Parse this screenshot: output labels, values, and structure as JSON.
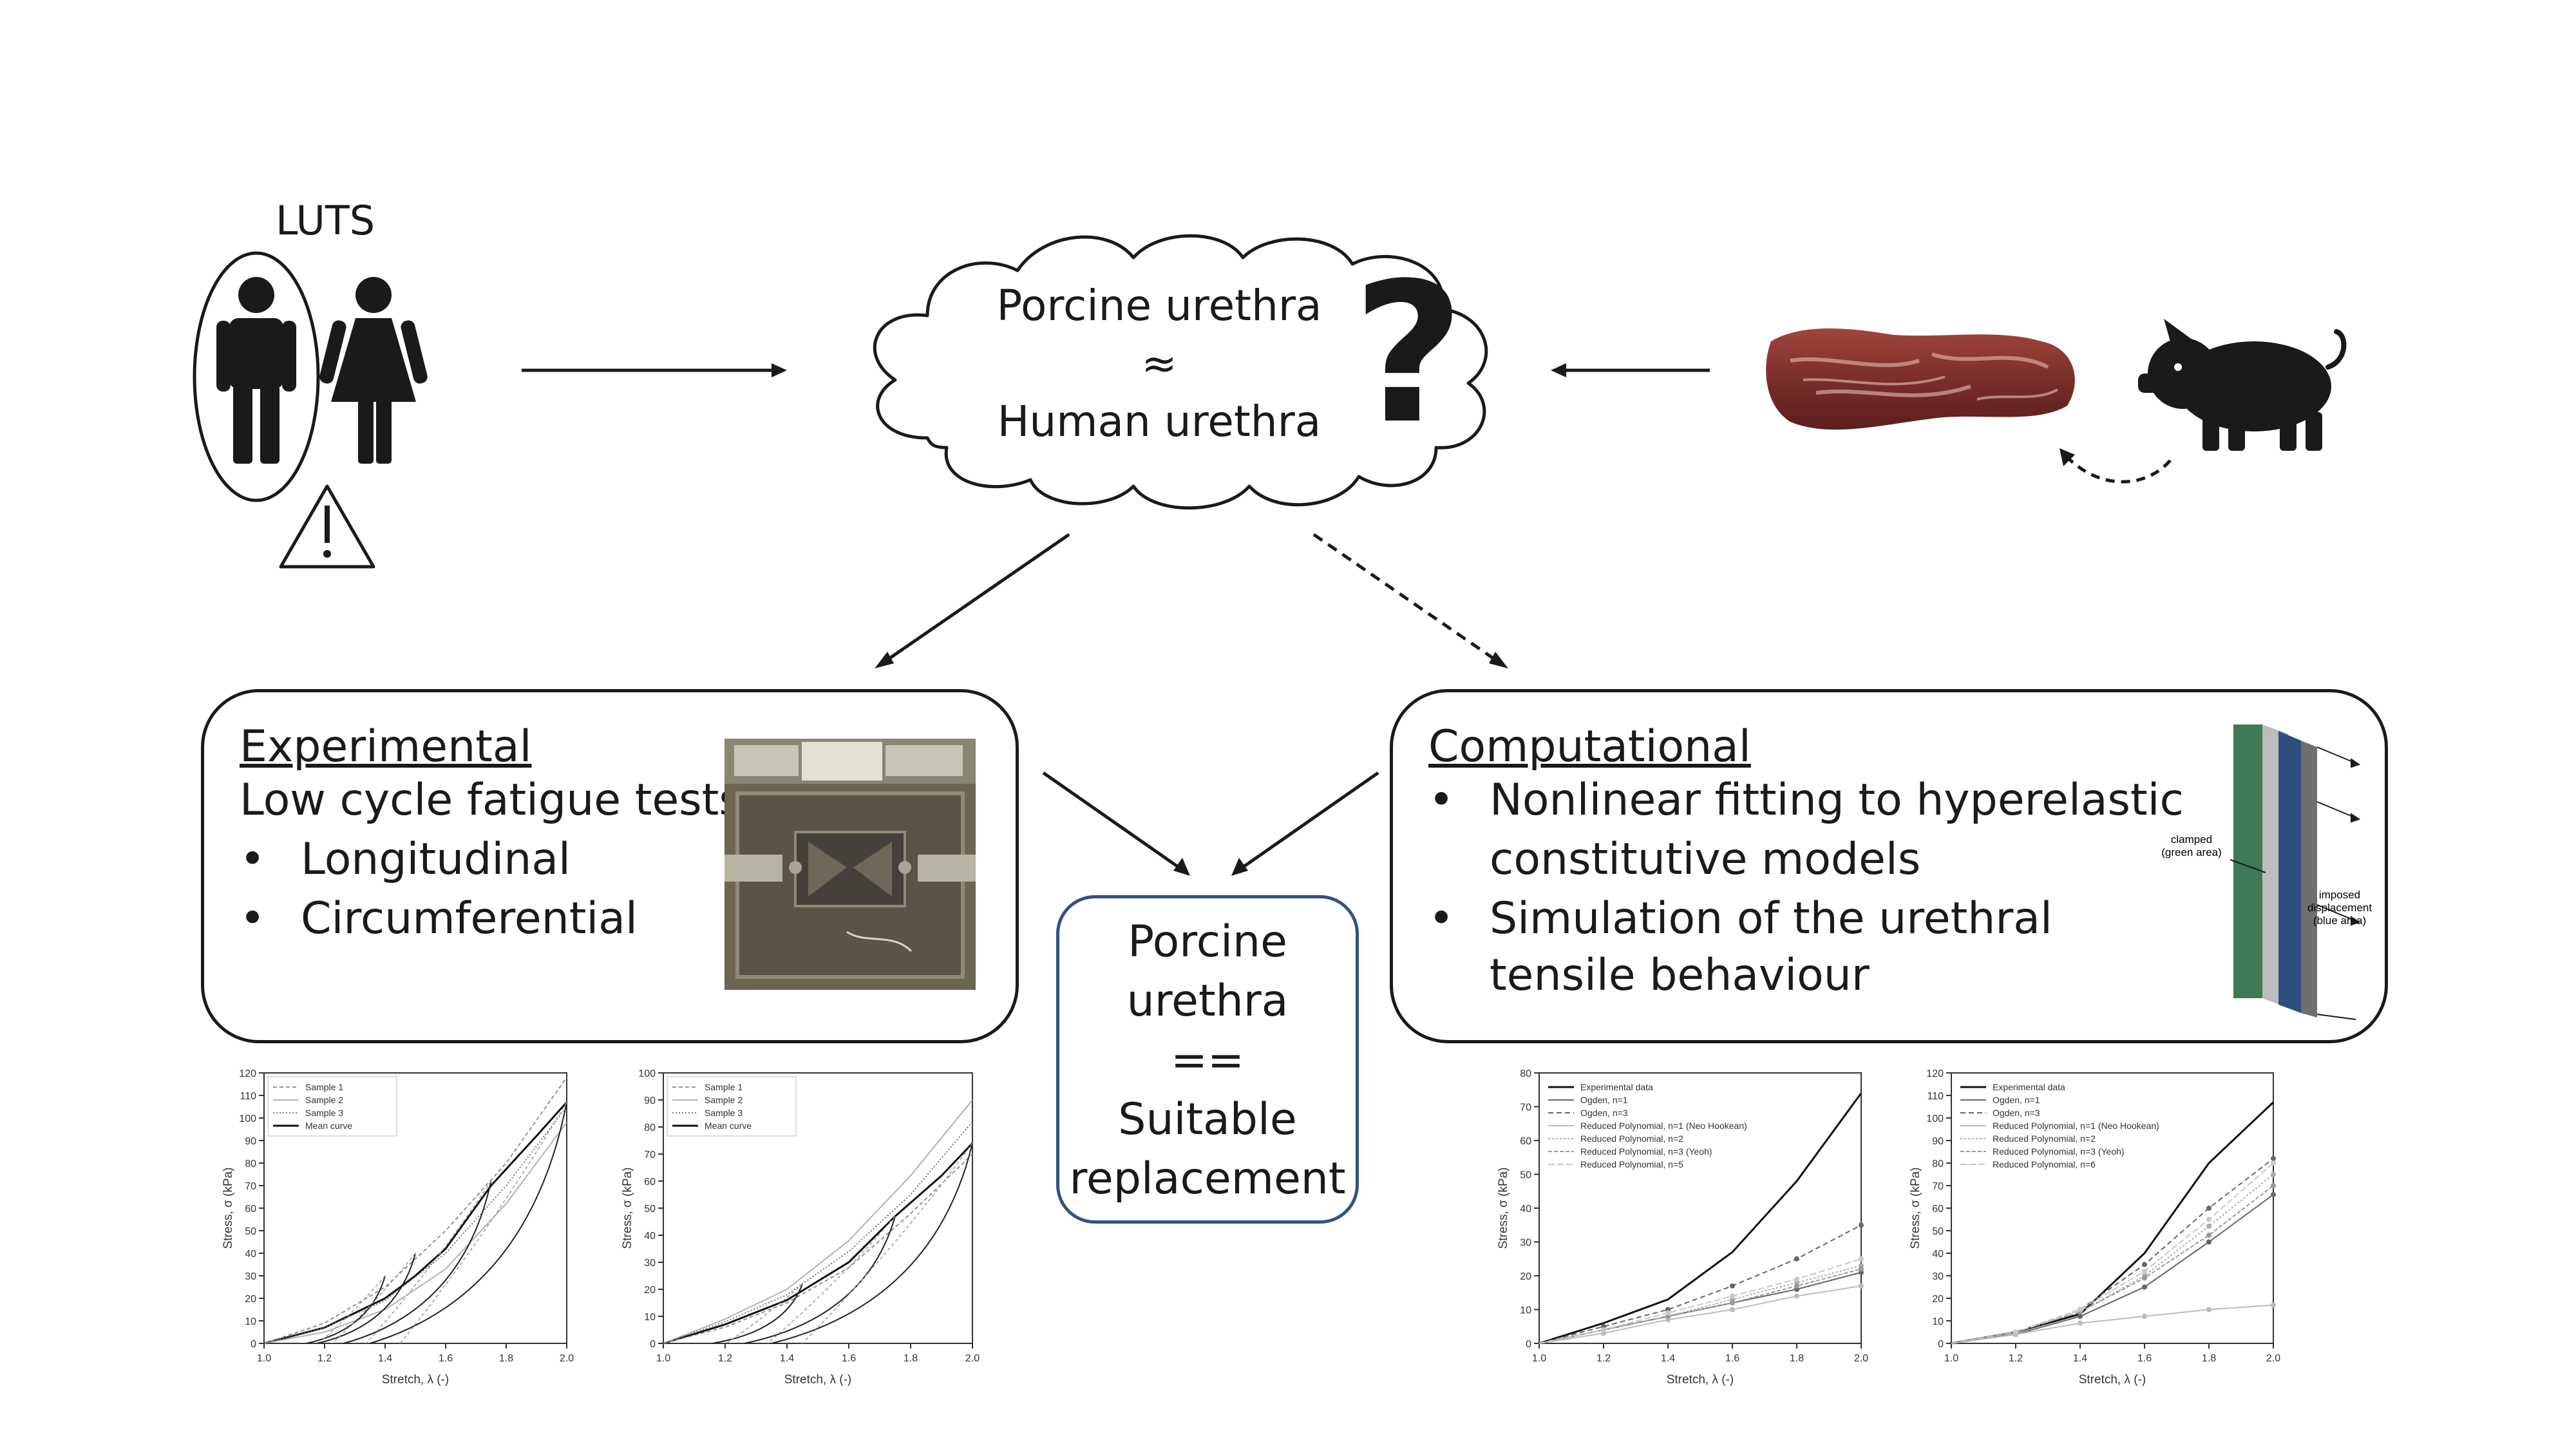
{
  "luts": {
    "label": "LUTS"
  },
  "cloud": {
    "line1": "Porcine urethra",
    "approx": "≈",
    "line2": "Human urethra",
    "question": "?"
  },
  "experimental": {
    "title": "Experimental",
    "subtitle": "Low cycle fatigue tests",
    "bullets": [
      "Longitudinal",
      "Circumferential"
    ]
  },
  "computational": {
    "title": "Computational",
    "bullets": [
      [
        "Nonlinear fitting to hyperelastic",
        "constitutive models"
      ],
      [
        "Simulation of the urethral",
        "tensile behaviour"
      ]
    ],
    "model_labels": {
      "clamped": [
        "clamped",
        "(green area)"
      ],
      "imposed": [
        "imposed",
        "displacement",
        "(blue area)"
      ]
    }
  },
  "conclusion": {
    "lines": [
      "Porcine",
      "urethra",
      "==",
      "Suitable",
      "replacement"
    ]
  },
  "colors": {
    "outline": "#1a1a1a",
    "conclusion_border": "#2f5383",
    "model_green": "#3e7a55",
    "model_blue": "#2e4e7e",
    "tissue": "#7a2e2a"
  },
  "chart_data": [
    {
      "type": "line",
      "title": "",
      "xlabel": "Stretch, λ (-)",
      "ylabel": "Stress, σ (kPa)",
      "xlim": [
        1.0,
        2.0
      ],
      "ylim": [
        0,
        120
      ],
      "xticks": [
        "1.0",
        "1.2",
        "1.4",
        "1.6",
        "1.8",
        "2.0"
      ],
      "yticks": [
        "0",
        "10",
        "20",
        "30",
        "40",
        "50",
        "60",
        "70",
        "80",
        "90",
        "100",
        "110",
        "120"
      ],
      "legend": "top-left",
      "legend_entries": [
        "Sample 1",
        "Sample 2",
        "Sample 3",
        "Mean curve"
      ],
      "series": [
        {
          "name": "Mean curve",
          "x": [
            1.0,
            1.2,
            1.4,
            1.5,
            1.6,
            1.75,
            1.9,
            2.0
          ],
          "y": [
            0,
            7,
            20,
            30,
            42,
            70,
            92,
            107
          ]
        },
        {
          "name": "Sample 1",
          "x": [
            1.0,
            1.2,
            1.4,
            1.6,
            1.8,
            2.0
          ],
          "y": [
            0,
            9,
            25,
            50,
            80,
            118
          ]
        },
        {
          "name": "Sample 2",
          "x": [
            1.0,
            1.2,
            1.4,
            1.6,
            1.8,
            2.0
          ],
          "y": [
            0,
            5,
            15,
            33,
            62,
            98
          ]
        },
        {
          "name": "Sample 3",
          "x": [
            1.0,
            1.2,
            1.4,
            1.6,
            1.8,
            2.0
          ],
          "y": [
            0,
            7,
            19,
            40,
            70,
            105
          ]
        }
      ],
      "unloading_peaks": [
        {
          "x": 1.4,
          "y": 30
        },
        {
          "x": 1.5,
          "y": 40
        },
        {
          "x": 1.75,
          "y": 72
        },
        {
          "x": 2.0,
          "y": 107
        }
      ]
    },
    {
      "type": "line",
      "title": "",
      "xlabel": "Stretch, λ (-)",
      "ylabel": "Stress, σ (kPa)",
      "xlim": [
        1.0,
        2.0
      ],
      "ylim": [
        0,
        100
      ],
      "xticks": [
        "1.0",
        "1.2",
        "1.4",
        "1.6",
        "1.8",
        "2.0"
      ],
      "yticks": [
        "0",
        "10",
        "20",
        "30",
        "40",
        "50",
        "60",
        "70",
        "80",
        "90",
        "100"
      ],
      "legend": "top-left",
      "legend_entries": [
        "Sample 1",
        "Sample 2",
        "Sample 3",
        "Mean curve"
      ],
      "series": [
        {
          "name": "Mean curve",
          "x": [
            1.0,
            1.2,
            1.4,
            1.6,
            1.75,
            1.9,
            2.0
          ],
          "y": [
            0,
            7,
            16,
            30,
            47,
            62,
            74
          ]
        },
        {
          "name": "Sample 1",
          "x": [
            1.0,
            1.2,
            1.4,
            1.6,
            1.8,
            2.0
          ],
          "y": [
            0,
            6,
            15,
            28,
            48,
            70
          ]
        },
        {
          "name": "Sample 2",
          "x": [
            1.0,
            1.2,
            1.4,
            1.6,
            1.8,
            2.0
          ],
          "y": [
            0,
            9,
            20,
            38,
            62,
            90
          ]
        },
        {
          "name": "Sample 3",
          "x": [
            1.0,
            1.2,
            1.4,
            1.6,
            1.8,
            2.0
          ],
          "y": [
            0,
            8,
            18,
            34,
            55,
            82
          ]
        }
      ],
      "unloading_peaks": [
        {
          "x": 1.45,
          "y": 22
        },
        {
          "x": 1.75,
          "y": 47
        },
        {
          "x": 2.0,
          "y": 74
        }
      ]
    },
    {
      "type": "line",
      "title": "",
      "xlabel": "Stretch, λ (-)",
      "ylabel": "Stress, σ (kPa)",
      "xlim": [
        1.0,
        2.0
      ],
      "ylim": [
        0,
        80
      ],
      "xticks": [
        "1.0",
        "1.2",
        "1.4",
        "1.6",
        "1.8",
        "2.0"
      ],
      "yticks": [
        "0",
        "10",
        "20",
        "30",
        "40",
        "50",
        "60",
        "70",
        "80"
      ],
      "legend": "top-left",
      "series": [
        {
          "name": "Experimental data",
          "x": [
            1.0,
            1.2,
            1.4,
            1.6,
            1.8,
            2.0
          ],
          "y": [
            0,
            6,
            13,
            27,
            48,
            74
          ]
        },
        {
          "name": "Ogden, n=1",
          "x": [
            1.0,
            1.2,
            1.4,
            1.6,
            1.8,
            2.0
          ],
          "y": [
            0,
            4,
            8,
            12,
            16,
            21
          ]
        },
        {
          "name": "Ogden, n=3",
          "x": [
            1.0,
            1.2,
            1.4,
            1.6,
            1.8,
            2.0
          ],
          "y": [
            0,
            5,
            10,
            17,
            25,
            35
          ]
        },
        {
          "name": "Reduced Polynomial, n=1 (Neo Hookean)",
          "x": [
            1.0,
            1.2,
            1.4,
            1.6,
            1.8,
            2.0
          ],
          "y": [
            0,
            3,
            7,
            10,
            14,
            17
          ]
        },
        {
          "name": "Reduced Polynomial, n=2",
          "x": [
            1.0,
            1.2,
            1.4,
            1.6,
            1.8,
            2.0
          ],
          "y": [
            0,
            4,
            8,
            13,
            18,
            23
          ]
        },
        {
          "name": "Reduced Polynomial, n=3 (Yeoh)",
          "x": [
            1.0,
            1.2,
            1.4,
            1.6,
            1.8,
            2.0
          ],
          "y": [
            0,
            4,
            8,
            12,
            17,
            22
          ]
        },
        {
          "name": "Reduced Polynomial, n=5",
          "x": [
            1.0,
            1.2,
            1.4,
            1.6,
            1.8,
            2.0
          ],
          "y": [
            0,
            4,
            9,
            14,
            19,
            25
          ]
        }
      ]
    },
    {
      "type": "line",
      "title": "",
      "xlabel": "Stretch, λ (-)",
      "ylabel": "Stress, σ (kPa)",
      "xlim": [
        1.0,
        2.0
      ],
      "ylim": [
        0,
        120
      ],
      "xticks": [
        "1.0",
        "1.2",
        "1.4",
        "1.6",
        "1.8",
        "2.0"
      ],
      "yticks": [
        "0",
        "10",
        "20",
        "30",
        "40",
        "50",
        "60",
        "70",
        "80",
        "90",
        "100",
        "110",
        "120"
      ],
      "legend": "top-left",
      "series": [
        {
          "name": "Experimental data",
          "x": [
            1.0,
            1.2,
            1.4,
            1.6,
            1.8,
            2.0
          ],
          "y": [
            0,
            5,
            13,
            40,
            80,
            107
          ]
        },
        {
          "name": "Ogden, n=1",
          "x": [
            1.0,
            1.2,
            1.4,
            1.6,
            1.8,
            2.0
          ],
          "y": [
            0,
            4,
            12,
            25,
            45,
            66
          ]
        },
        {
          "name": "Ogden, n=3",
          "x": [
            1.0,
            1.2,
            1.4,
            1.6,
            1.8,
            2.0
          ],
          "y": [
            0,
            5,
            15,
            35,
            60,
            82
          ]
        },
        {
          "name": "Reduced Polynomial, n=1 (Neo Hookean)",
          "x": [
            1.0,
            1.2,
            1.4,
            1.6,
            1.8,
            2.0
          ],
          "y": [
            0,
            4,
            9,
            12,
            15,
            17
          ]
        },
        {
          "name": "Reduced Polynomial, n=2",
          "x": [
            1.0,
            1.2,
            1.4,
            1.6,
            1.8,
            2.0
          ],
          "y": [
            0,
            5,
            14,
            30,
            52,
            75
          ]
        },
        {
          "name": "Reduced Polynomial, n=3 (Yeoh)",
          "x": [
            1.0,
            1.2,
            1.4,
            1.6,
            1.8,
            2.0
          ],
          "y": [
            0,
            5,
            14,
            29,
            48,
            70
          ]
        },
        {
          "name": "Reduced Polynomial, n=6",
          "x": [
            1.0,
            1.2,
            1.4,
            1.6,
            1.8,
            2.0
          ],
          "y": [
            0,
            5,
            15,
            32,
            55,
            80
          ]
        }
      ]
    }
  ]
}
